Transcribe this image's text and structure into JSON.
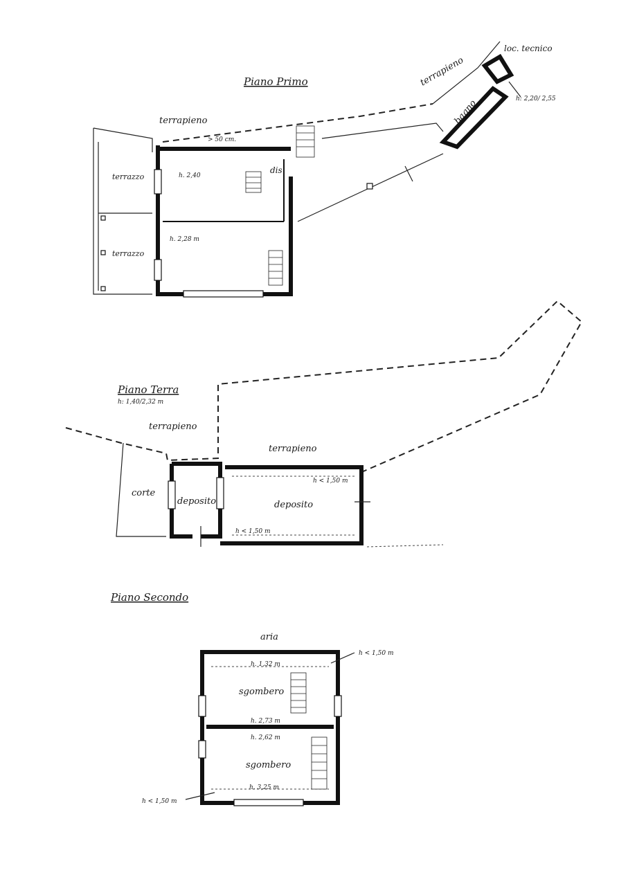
{
  "plans": {
    "primo": {
      "title": "Piano Primo",
      "labels": {
        "terrapieno_left": "terrapieno",
        "terrapieno_right": "terrapieno",
        "loc_tecnico": "loc. tecnico",
        "bagno": "bagno",
        "bagno_height": "h: 2,20/ 2,55",
        "gap": "> 50 cm.",
        "terrazzo_top": "terrazzo",
        "terrazzo_bottom": "terrazzo",
        "room_top_height": "h. 2,40",
        "dis": "dis",
        "room_bottom_height": "h. 2,28 m"
      }
    },
    "terra": {
      "title": "Piano Terra",
      "height": "h: 1,40/2,32 m",
      "labels": {
        "terrapieno_left": "terrapieno",
        "terrapieno_right": "terrapieno",
        "corte": "corte",
        "deposito_small": "deposito",
        "deposito_large": "deposito",
        "height_top": "h < 1,50 m",
        "height_bottom": "h < 1,50 m"
      }
    },
    "secondo": {
      "title": "Piano Secondo",
      "labels": {
        "aria": "aria",
        "h_top_right": "h < 1,50 m",
        "h_1": "h. 1,32 m",
        "sgombero_top": "sgombero",
        "h_2": "h. 2,73 m",
        "h_3": "h. 2,62 m",
        "sgombero_bottom": "sgombero",
        "h_4": "h. 3,25 m",
        "h_bottom_left": "h < 1,50 m"
      }
    }
  }
}
